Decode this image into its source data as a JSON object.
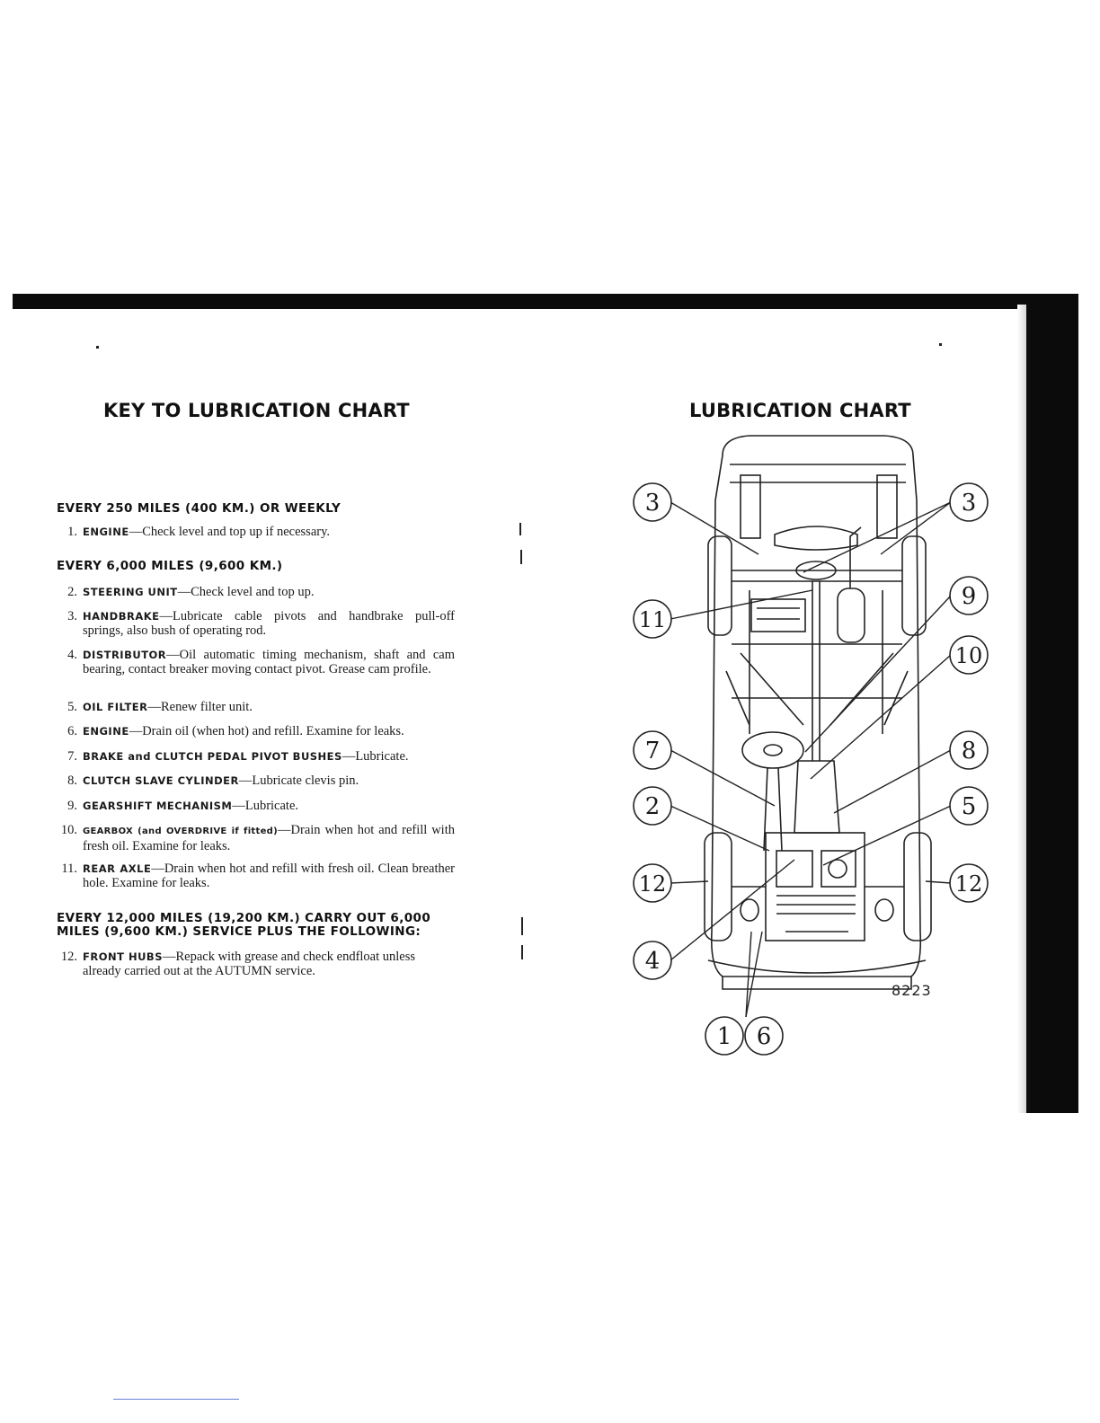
{
  "left": {
    "heading": "KEY TO LUBRICATION CHART",
    "sections": [
      {
        "title": "EVERY 250 MILES (400 KM.) OR WEEKLY",
        "items": [
          {
            "num": "1.",
            "keyword": "ENGINE",
            "text": "—Check level and top up if necessary."
          }
        ]
      },
      {
        "title": "EVERY 6,000 MILES (9,600 KM.)",
        "items": [
          {
            "num": "2.",
            "keyword": "STEERING UNIT",
            "text": "—Check level and top up."
          },
          {
            "num": "3.",
            "keyword": "HANDBRAKE",
            "text": "—Lubricate cable pivots and handbrake pull-off springs, also bush of operating rod."
          },
          {
            "num": "4.",
            "keyword": "DISTRIBUTOR",
            "text": "—Oil automatic timing mechanism, shaft and cam bearing, contact breaker moving contact pivot. Grease cam profile."
          },
          {
            "num": "5.",
            "keyword": "OIL FILTER",
            "text": "—Renew filter unit."
          },
          {
            "num": "6.",
            "keyword": "ENGINE",
            "text": "—Drain oil (when hot) and refill. Examine for leaks."
          },
          {
            "num": "7.",
            "keyword": "BRAKE and CLUTCH PEDAL PIVOT BUSHES",
            "text": "—Lubricate."
          },
          {
            "num": "8.",
            "keyword": "CLUTCH SLAVE CYLINDER",
            "text": "—Lubricate clevis pin."
          },
          {
            "num": "9.",
            "keyword": "GEARSHIFT MECHANISM",
            "text": "—Lubricate."
          },
          {
            "num": "10.",
            "keyword": "GEARBOX (and OVERDRIVE if fitted)",
            "text": "—Drain when hot and refill with fresh oil. Examine for leaks."
          },
          {
            "num": "11.",
            "keyword": "REAR AXLE",
            "text": "—Drain when hot and refill with fresh oil. Clean breather hole. Examine for leaks."
          }
        ]
      },
      {
        "title": "EVERY 12,000 MILES (19,200 KM.) CARRY OUT 6,000 MILES (9,600 KM.) SERVICE PLUS THE FOLLOWING:",
        "items": [
          {
            "num": "12.",
            "keyword": "FRONT HUBS",
            "text": "—Repack with grease and check endfloat unless already carried out at the AUTUMN service."
          }
        ]
      }
    ]
  },
  "right": {
    "heading": "LUBRICATION CHART",
    "callouts": [
      "3",
      "3",
      "9",
      "11",
      "10",
      "7",
      "8",
      "2",
      "5",
      "12",
      "12",
      "4",
      "1",
      "6"
    ],
    "reference": "8223"
  },
  "colors": {
    "ink": "#1a1a1a",
    "border": "#0b0b0b",
    "paper": "#ffffff"
  }
}
